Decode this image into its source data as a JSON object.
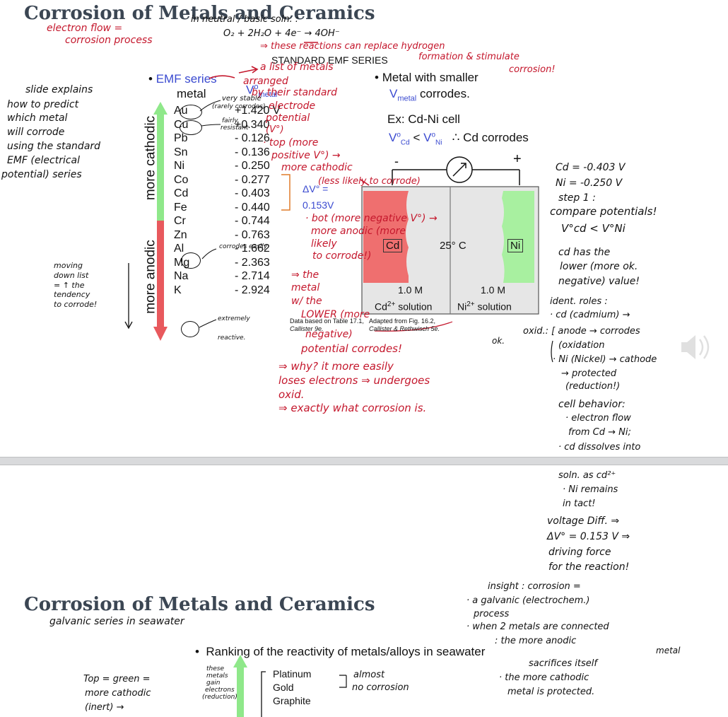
{
  "slide1": {
    "title": "Corrosion of Metals and Ceramics",
    "subtitle": "STANDARD EMF SERIES",
    "bullet_emf": "EMF series",
    "col_metal": "metal",
    "col_v": "V",
    "col_v_sup": "o",
    "col_v_sub": "metal",
    "series": [
      {
        "metal": "Au",
        "v": "+1.420 V"
      },
      {
        "metal": "Cu",
        "v": "+0.340"
      },
      {
        "metal": "Pb",
        "v": "- 0.126"
      },
      {
        "metal": "Sn",
        "v": "- 0.136"
      },
      {
        "metal": "Ni",
        "v": "- 0.250"
      },
      {
        "metal": "Co",
        "v": "- 0.277"
      },
      {
        "metal": "Cd",
        "v": "- 0.403"
      },
      {
        "metal": "Fe",
        "v": "- 0.440"
      },
      {
        "metal": "Cr",
        "v": "- 0.744"
      },
      {
        "metal": "Zn",
        "v": "- 0.763"
      },
      {
        "metal": "Al",
        "v": "- 1.662"
      },
      {
        "metal": "Mg",
        "v": "- 2.363"
      },
      {
        "metal": "Na",
        "v": "- 2.714"
      },
      {
        "metal": "K",
        "v": "- 2.924"
      }
    ],
    "more_cathodic": "more cathodic",
    "more_anodic": "more anodic",
    "delta_v_label": "ΔV° =",
    "delta_v_value": "0.153V",
    "right_bullet": "Metal with smaller",
    "right_bullet_v": "V",
    "right_bullet_sub": "metal",
    "right_bullet_end": "corrodes.",
    "example": "Ex: Cd-Ni cell",
    "compare_cd": "V",
    "compare_cd_sub": "Cd",
    "compare_lt": "<",
    "compare_ni": "V",
    "compare_ni_sub": "Ni",
    "compare_result": "∴  Cd corrodes",
    "cell": {
      "minus": "-",
      "plus": "+",
      "left_metal": "Cd",
      "right_metal": "Ni",
      "temp": "25° C",
      "left_conc": "1.0 M",
      "right_conc": "1.0 M",
      "left_soln": "Cd",
      "left_ion": "2+",
      "left_soln_end": "solution",
      "right_soln": "Ni",
      "right_ion": "2+",
      "right_soln_end": "solution"
    },
    "source1_a": "Data based on Table 17.1,",
    "source1_b": "Callister 9e.",
    "source2_a": "Adapted from Fig. 16.2,",
    "source2_b": "Callister & Rethwisch 5e.",
    "colors": {
      "cathodic_green": "#8fe88a",
      "anodic_red": "#e8595d",
      "cd_fill": "#ef6f6f",
      "ni_fill": "#a8f0a0",
      "delta_orange": "#e07b2a",
      "ink_red": "#c4172c",
      "title": "#3b4653"
    }
  },
  "notes": {
    "n1": "electron flow =",
    "n2": "corrosion process",
    "n3": "in neutral / basic soln. :",
    "n4": "O₂ + 2H₂O + 4e⁻ → 4OH⁻",
    "n5": "⇒ these reactions can replace hydrogen",
    "n6": "formation & stimulate",
    "n7": "corrosion!",
    "n8": "a list of metals",
    "n9": "arranged",
    "n10": "by their standard",
    "n11": "electrode",
    "n12": "potential",
    "n13": "(V°)",
    "n14": "· top (more",
    "n15": "positive V°) →",
    "n16": "more cathodic",
    "n17": "(less likely to corrode)",
    "n18": "· bot (more negative V°) →",
    "n19": "more anodic (more",
    "n20": "likely",
    "n21": "to corrode!)",
    "n22": "⇒ the",
    "n23": "metal",
    "n24": "w/ the",
    "n25": "LOWER (more",
    "n26": "negative)",
    "n27": "potential corrodes!",
    "n28": "⇒ why? it more easily",
    "n29": "loses electrons ⇒ undergoes",
    "n30": "oxid.",
    "n31": "⇒ exactly what corrosion is.",
    "au_note_a": "very stable",
    "au_note_b": "(rarely corrodes)",
    "cu_note_a": "fairly",
    "cu_note_b": "resistant",
    "zn_note": "corrodes easily",
    "k_note_a": "extremely",
    "k_note_b": "reactive.",
    "left_a": "slide explains",
    "left_b": "how to predict",
    "left_c": "which metal",
    "left_d": "will corrode",
    "left_e": "using the standard",
    "left_f": "EMF (electrical",
    "left_g": "potential) series",
    "move_a": "moving",
    "move_b": "down list",
    "move_c": "= ↑ the",
    "move_d": "tendency",
    "move_e": "to corrode!",
    "r1": "Cd = -0.403 V",
    "r2": "Ni = -0.250 V",
    "r3": "step 1 :",
    "r4": "compare potentials!",
    "r5": "V°cd  <  V°Ni",
    "r6": "cd has the",
    "r7": "lower (more ok.",
    "r8": "negative) value!",
    "r9": "ident. roles :",
    "r10": "· cd (cadmium) →",
    "r11": "oxid.:  [ anode → corrodes",
    "r12": "(oxidation",
    "r13": "· Ni (Nickel) → cathode",
    "r14": "→ protected",
    "r15": "(reduction!)",
    "r16": "cell behavior:",
    "r17": "· electron flow",
    "r18": "from  Cd → Ni;",
    "r19": "· cd dissolves into",
    "r20": "soln. as cd²⁺",
    "r21": "· Ni remains",
    "r22": "in tact!",
    "r23": "voltage Diff. ⇒",
    "r24": "ΔV° = 0.153 V ⇒",
    "r25": "driving force",
    "r26": "for the reaction!",
    "ok": "ok."
  },
  "slide2": {
    "title": "Corrosion of Metals and Ceramics",
    "subtitle_hw": "galvanic series in seawater",
    "bullet": "Ranking of the reactivity of metals/alloys in seawater",
    "list": [
      "Platinum",
      "Gold",
      "Graphite"
    ],
    "almost_a": "almost",
    "almost_b": "no corrosion",
    "top_a": "Top = green =",
    "top_b": "more cathodic",
    "top_c": "(inert) →",
    "these_a": "these",
    "these_b": "metals",
    "these_c": "gain",
    "these_d": "electrons",
    "these_e": "(reduction)",
    "s1": "insight : corrosion =",
    "s2": "· a galvanic (electrochem.)",
    "s3": "process",
    "s4": "· when 2 metals are connected",
    "s5": ": the more anodic",
    "s6": "metal",
    "s7": "sacrifices itself",
    "s8": "· the more cathodic",
    "s9": "metal is protected."
  }
}
